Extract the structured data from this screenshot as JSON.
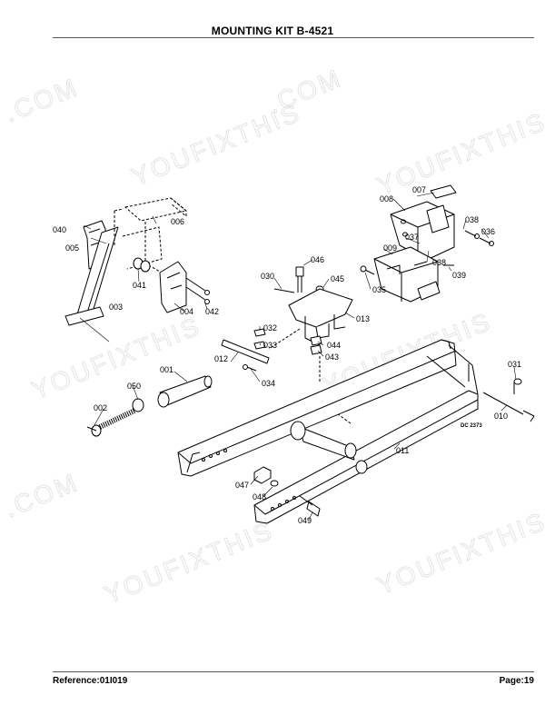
{
  "header": {
    "title": "MOUNTING KIT B-4521"
  },
  "footer": {
    "reference": "Reference:01I019",
    "page": "Page:19"
  },
  "diagram": {
    "code": "DC 2373",
    "watermark_text": "YOUFIXTHIS",
    "watermark_suffix": ".COM",
    "part_labels": {
      "p001": "001",
      "p002": "002",
      "p003": "003",
      "p004": "004",
      "p005": "005",
      "p006": "006",
      "p007": "007",
      "p008": "008",
      "p009": "009",
      "p010": "010",
      "p011": "011",
      "p012": "012",
      "p013": "013",
      "p030": "030",
      "p031": "031",
      "p032": "032",
      "p033": "033",
      "p034": "034",
      "p035": "035",
      "p036": "036",
      "p037": "037",
      "p038a": "038",
      "p038b": "038",
      "p039": "039",
      "p040": "040",
      "p041": "041",
      "p042": "042",
      "p043": "043",
      "p044": "044",
      "p045": "045",
      "p046": "046",
      "p047": "047",
      "p048": "048",
      "p049": "049",
      "p050": "050"
    }
  }
}
